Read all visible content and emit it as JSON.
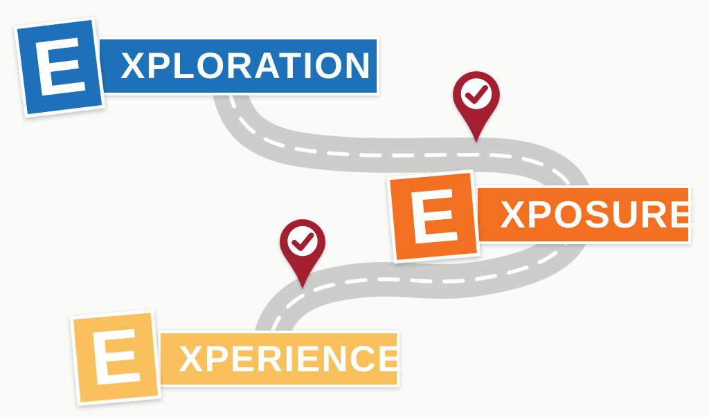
{
  "illustration": {
    "type": "roadmap-infographic",
    "background_color": "#fafaf9"
  },
  "road": {
    "surface_color": "#cdcdcc",
    "centerline_color": "#ffffff",
    "style": "winding road with dashed white centerline"
  },
  "banners": [
    {
      "id": "exploration",
      "letter": "E",
      "rest": "XPLORATION",
      "word": "EXPLORATION",
      "color": "#1d71b8",
      "text_color": "#ffffff"
    },
    {
      "id": "exposure",
      "letter": "E",
      "rest": "XPOSURE",
      "word": "EXPOSURE",
      "color": "#f37021",
      "text_color": "#ffffff"
    },
    {
      "id": "experience",
      "letter": "E",
      "rest": "XPERIENCE",
      "word": "EXPERIENCE",
      "color": "#f8c15c",
      "text_color": "#ffffff"
    }
  ],
  "pins": [
    {
      "id": "checkpoint-1",
      "icon": "checkmark-icon",
      "pin_color": "#a21f2f",
      "circle_color": "#ffffff"
    },
    {
      "id": "checkpoint-2",
      "icon": "checkmark-icon",
      "pin_color": "#a21f2f",
      "circle_color": "#ffffff"
    }
  ]
}
